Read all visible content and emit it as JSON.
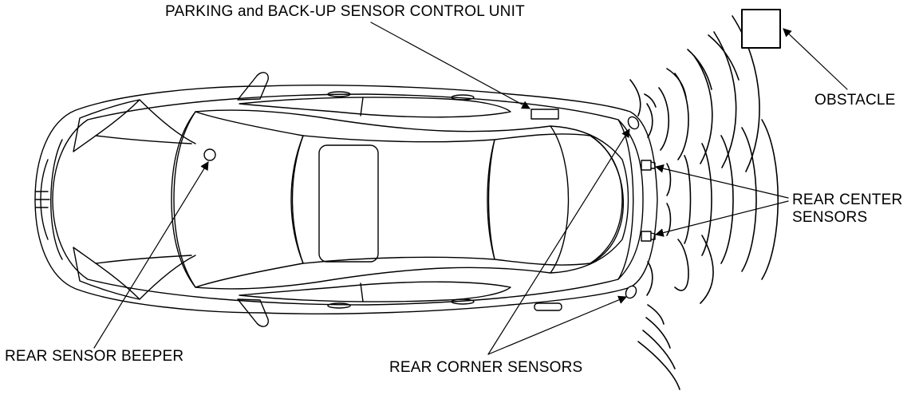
{
  "labels": {
    "control_unit": "PARKING and BACK-UP SENSOR CONTROL UNIT",
    "obstacle": "OBSTACLE",
    "rear_center_line1": "REAR CENTER",
    "rear_center_line2": "SENSORS",
    "rear_sensor_beeper": "REAR SENSOR BEEPER",
    "rear_corner_sensors": "REAR CORNER SENSORS"
  },
  "colors": {
    "line": "#000000",
    "background": "#ffffff"
  }
}
